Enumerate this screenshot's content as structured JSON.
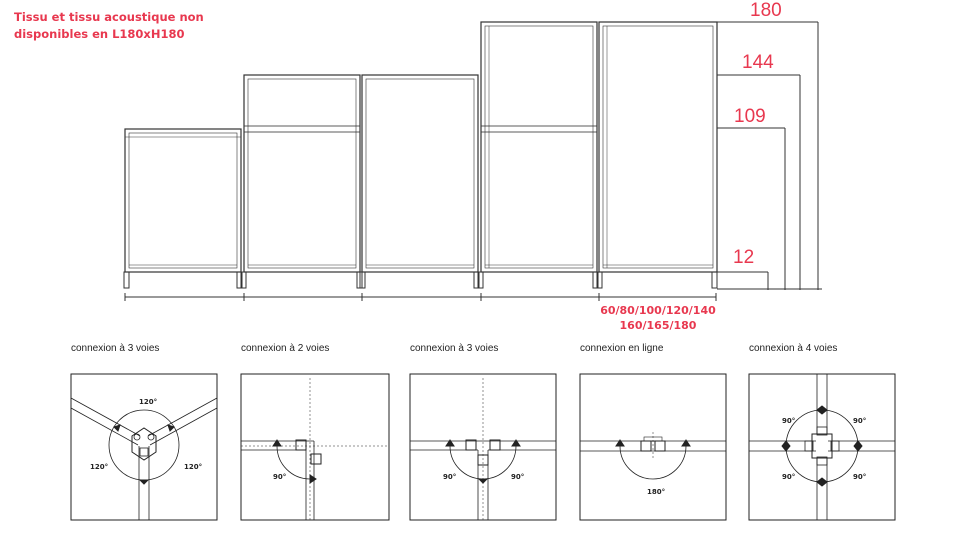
{
  "note": {
    "line1": "Tissu et tissu acoustique non",
    "line2": "disponibles en L180xH180"
  },
  "heights": [
    "180",
    "144",
    "109",
    "12"
  ],
  "widths": {
    "line1": "60/80/100/120/140",
    "line2": "160/165/180"
  },
  "connections": [
    {
      "title": "connexion à 3 voies",
      "angles": [
        "120°",
        "120°",
        "120°"
      ]
    },
    {
      "title": "connexion à 2 voies",
      "angles": [
        "90°"
      ]
    },
    {
      "title": "connexion à 3 voies",
      "angles": [
        "90°",
        "90°"
      ]
    },
    {
      "title": "connexion en ligne",
      "angles": [
        "180°"
      ]
    },
    {
      "title": "connexion à 4 voies",
      "angles": [
        "90°",
        "90°",
        "90°",
        "90°"
      ]
    }
  ],
  "colors": {
    "accent": "#e8384f",
    "line": "#222222"
  }
}
